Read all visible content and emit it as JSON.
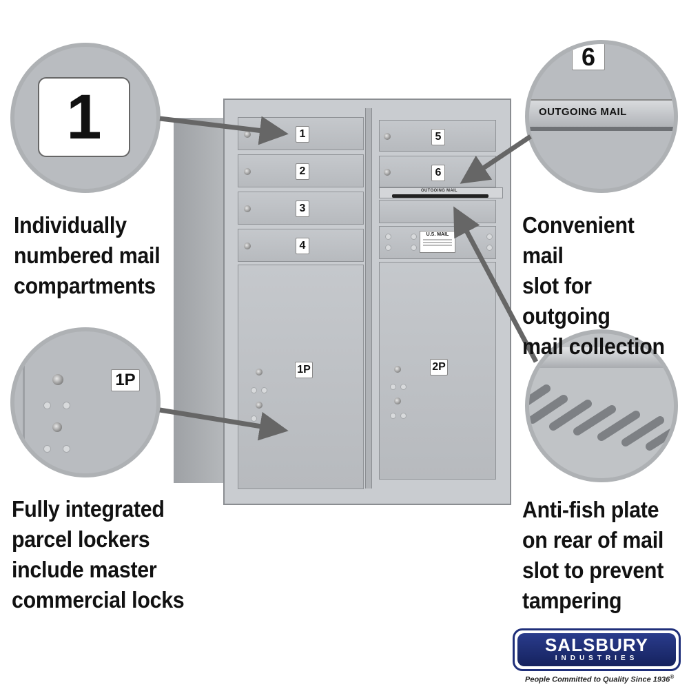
{
  "callouts": {
    "top_left": "Individually\nnumbered mail\ncompartments",
    "bottom_left": "Fully integrated\nparcel lockers\ninclude master\ncommercial locks",
    "top_right": "Convenient mail\nslot for outgoing\nmail collection",
    "bottom_right": "Anti-fish plate\non rear of mail\nslot to prevent\ntampering"
  },
  "zoom": {
    "number_one": "1",
    "parcel_label": "1P",
    "slot_number": "6",
    "slot_label": "OUTGOING MAIL"
  },
  "mailbox": {
    "doors": [
      "1",
      "2",
      "3",
      "4",
      "5",
      "6"
    ],
    "parcels": [
      "1P",
      "2P"
    ],
    "slot_label": "OUTGOING MAIL",
    "usps_label": "U.S. MAIL"
  },
  "brand": {
    "name": "SALSBURY",
    "sub": "INDUSTRIES",
    "tagline": "People Committed to Quality Since 1936",
    "registered": "®"
  },
  "colors": {
    "aluminum": "#b9bcc0",
    "brand_blue": "#1f2f7a",
    "text": "#111111"
  }
}
